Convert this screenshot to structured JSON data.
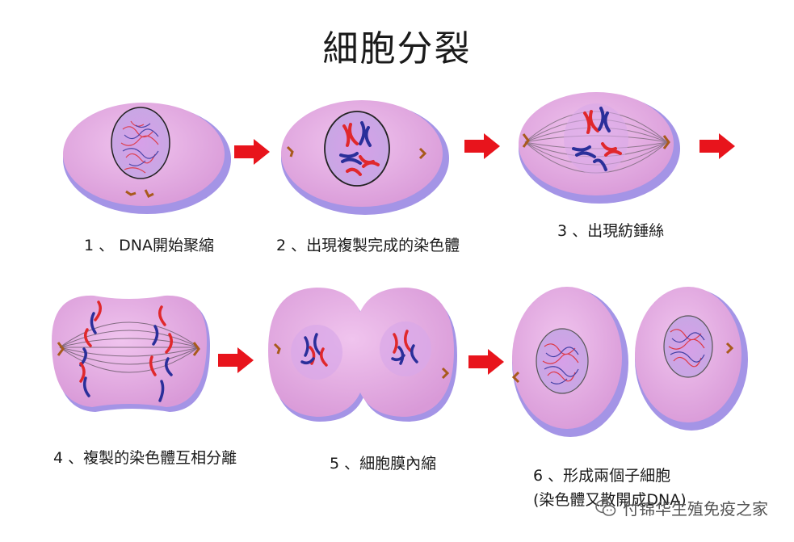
{
  "title": "細胞分裂",
  "steps": [
    {
      "label": "1 、 DNA開始聚縮"
    },
    {
      "label": "2 、出現複製完成的染色體"
    },
    {
      "label": "3 、出現紡錘絲"
    },
    {
      "label": "4 、複製的染色體互相分離"
    },
    {
      "label": "5 、細胞膜內縮"
    },
    {
      "label": "6 、形成兩個子細胞",
      "sublabel": "(染色體又散開成DNA)"
    }
  ],
  "watermark": "付锦华生殖免疫之家",
  "colors": {
    "cell_fill": "#e3a6e0",
    "cell_edge": "#9a8ee6",
    "arrow": "#e8141c",
    "chromosome_red": "#e0282c",
    "chromosome_blue": "#2a2f9a",
    "centriole": "#a85a1c"
  }
}
